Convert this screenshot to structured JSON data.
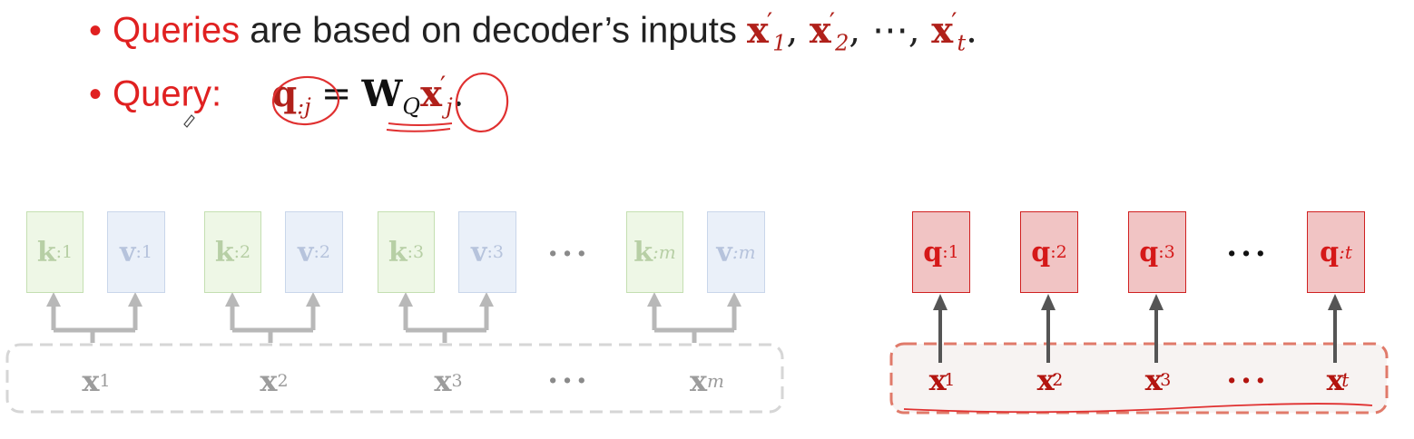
{
  "bullets": {
    "line1": {
      "marker": "•",
      "highlight": "Queries",
      "text": " are based on decoder’s inputs ",
      "inputs": [
        "x",
        "1",
        "x",
        "2",
        "x",
        "t"
      ],
      "sep": ", ",
      "ellipsis": "⋯",
      "end": "."
    },
    "line2": {
      "marker": "•",
      "label": "Query:",
      "q": "q",
      "q_sub": ":j",
      "eq": "=",
      "W": "W",
      "W_sub": "Q",
      "x": "x",
      "x_sub": "j",
      "end": "."
    }
  },
  "encoder": {
    "pairs": [
      {
        "k": "k",
        "v": "v",
        "sub": ":1",
        "x": "x",
        "xsub": "1"
      },
      {
        "k": "k",
        "v": "v",
        "sub": ":2",
        "x": "x",
        "xsub": "2"
      },
      {
        "k": "k",
        "v": "v",
        "sub": ":3",
        "x": "x",
        "xsub": "3"
      },
      {
        "k": "k",
        "v": "v",
        "sub": ":m",
        "x": "x",
        "xsub": "m"
      }
    ],
    "ellipsis": "···"
  },
  "decoder": {
    "queries": [
      {
        "q": "q",
        "sub": ":1",
        "x": "x",
        "xsub": "1"
      },
      {
        "q": "q",
        "sub": ":2",
        "x": "x",
        "xsub": "2"
      },
      {
        "q": "q",
        "sub": ":3",
        "x": "x",
        "xsub": "3"
      },
      {
        "q": "q",
        "sub": ":t",
        "x": "x",
        "xsub": "t"
      }
    ],
    "ellipsis": "···",
    "prime": "′"
  },
  "colors": {
    "red_text": "#e02020",
    "math_red": "#b0201a",
    "query_fill": "#f1c4c4",
    "query_border": "#d02020",
    "key_fill": "#eef7e6",
    "value_fill": "#eaf0f9",
    "gray_arrow": "#b8b8b8",
    "dark_arrow": "#555555",
    "dashed_red": "#e07a6a",
    "dashed_gray": "#d6d6d6"
  }
}
